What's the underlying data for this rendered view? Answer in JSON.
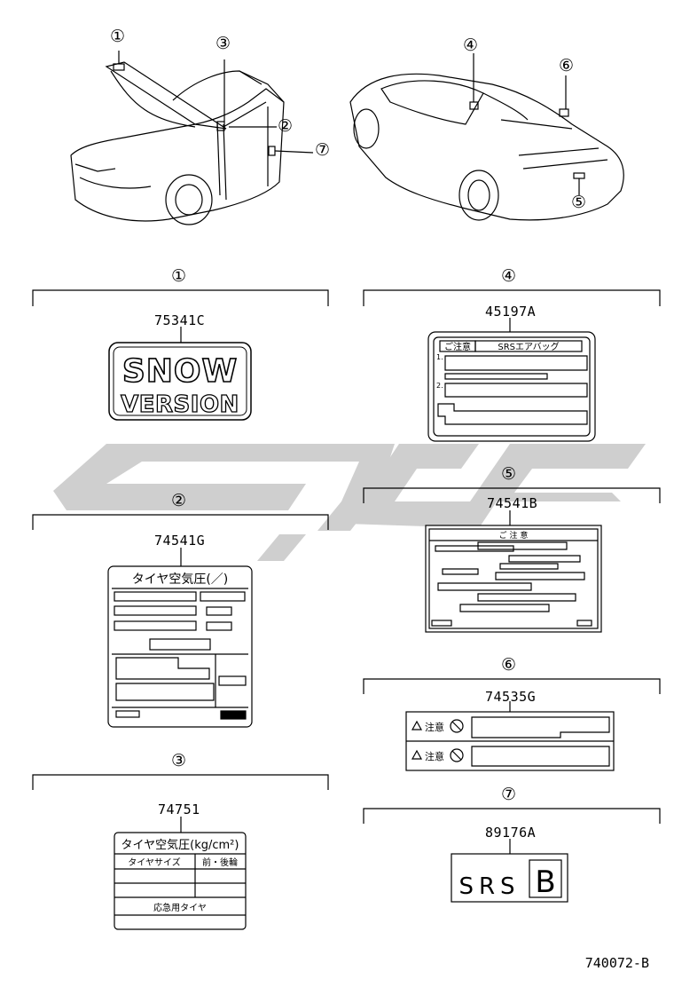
{
  "callouts": [
    "①",
    "②",
    "③",
    "④",
    "⑤",
    "⑥",
    "⑦"
  ],
  "labels": {
    "l1": {
      "callout": "①",
      "part_no": "75341C",
      "line1": "SNOW",
      "line2": "VERSION"
    },
    "l2": {
      "callout": "②",
      "part_no": "74541G",
      "header": "タイヤ空気圧(／)"
    },
    "l3": {
      "callout": "③",
      "part_no": "74751",
      "header": "タイヤ空気圧(kg/cm²)",
      "col1": "タイヤサイズ",
      "col2": "前・後輪",
      "row": "応急用タイヤ"
    },
    "l4": {
      "callout": "④",
      "part_no": "45197A",
      "header_left": "ご注意",
      "header_right": "SRSエアバッグ",
      "n1": "1.",
      "n2": "2."
    },
    "l5": {
      "callout": "⑤",
      "part_no": "74541B",
      "header": "ご 注 意"
    },
    "l6": {
      "callout": "⑥",
      "part_no": "74535G",
      "row_label": "注意"
    },
    "l7": {
      "callout": "⑦",
      "part_no": "89176A",
      "text": "SRS",
      "boxed": "B"
    }
  },
  "doc_number": "740072-B",
  "colors": {
    "ink": "#000000",
    "watermark": "#cfcfcf",
    "paper": "#ffffff"
  }
}
